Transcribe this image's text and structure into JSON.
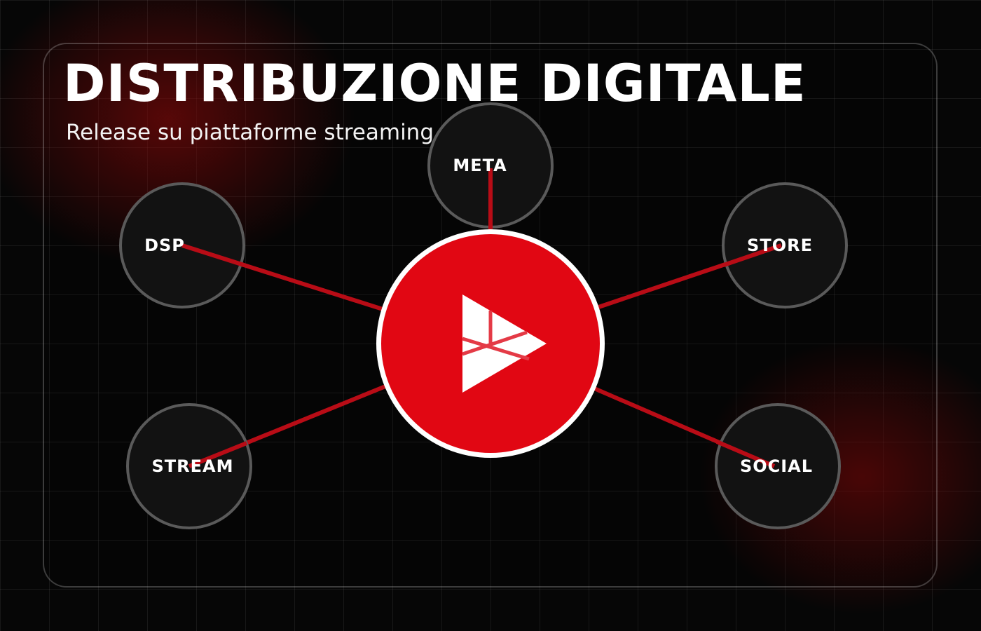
{
  "header": {
    "title": "DISTRIBUZIONE DIGITALE",
    "subtitle": "Release su piattaforme streaming"
  },
  "diagram": {
    "hub": {
      "icon": "play-icon"
    },
    "nodes": [
      {
        "id": "meta",
        "label": "META"
      },
      {
        "id": "dsp",
        "label": "DSP"
      },
      {
        "id": "store",
        "label": "STORE"
      },
      {
        "id": "stream",
        "label": "STREAM"
      },
      {
        "id": "social",
        "label": "SOCIAL"
      }
    ]
  },
  "colors": {
    "accent": "#e10713",
    "connector": "#b80c16",
    "node_fill": "#121212",
    "node_border": "#5a5a5a",
    "background": "#060606"
  }
}
